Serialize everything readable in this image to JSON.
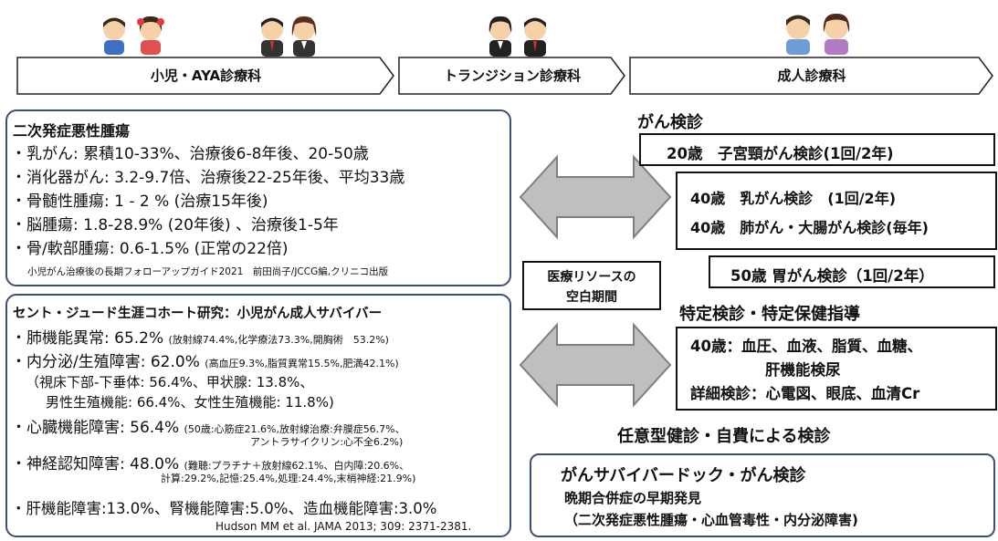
{
  "header": {
    "pediatric": "小児・AYA診療科",
    "transition": "トランジション診療科",
    "adult": "成人診療科"
  },
  "colors": {
    "box_border": "#3d4f73",
    "arrow_fill": "#bfbfbf",
    "arrow_stroke": "#7f7f7f"
  },
  "secondary": {
    "title": "二次発症悪性腫瘍",
    "items": [
      "・乳がん: 累積10-33%、治療後6-8年後、20-50歳",
      "・消化器がん: 3.2-9.7倍、治療後22-25年後、平均33歳",
      "・骨髄性腫瘍: 1 - 2 % (治療15年後)",
      "・脳腫瘍: 1.8-28.9% (20年後) 、治療後1-5年",
      "・骨/軟部腫瘍: 0.6-1.5% (正常の22倍)"
    ],
    "source": "小児がん治療後の長期フォローアップガイド2021　前田尚子/JCCG編,クリニコ出版"
  },
  "sjlife": {
    "title": "セント・ジュード生涯コホート研究：小児がん成人サバイバー",
    "l1": "・肺機能異常: 65.2%",
    "l1s": "(放射線74.4%,化学療法73.3%,開胸術　53.2%)",
    "l2": "・内分泌/生殖障害: 62.0%",
    "l2s": "(高血圧9.3%,脂質異常15.5%,肥満42.1%)",
    "l3": "（視床下部-下垂体: 56.4%、甲状腺: 13.8%、",
    "l4": "男性生殖機能: 66.4%、女性生殖機能: 11.8%)",
    "l5": "・心臓機能障害: 56.4%",
    "l5s": "(50歳:心筋症21.6%,放射線治療:弁膜症56.7%、",
    "l6s": "アントラサイクリン:心不全6.2%)",
    "l7": "・神経認知障害: 48.0%",
    "l7s": "(難聴:プラチナ＋放射線62.1%、白内障:20.6%、",
    "l8s": "計算:29.2%,記憶:25.4%,処理:24.4%,末梢神経:21.9%)",
    "l9": "・肝機能障害:13.0%、腎機能障害:5.0%、造血機能障害:3.0%",
    "source": "Hudson MM et al. JAMA 2013; 309: 2371-2381."
  },
  "gap": {
    "line1": "医療リソースの",
    "line2": "空白期間"
  },
  "cancer_screening": {
    "title": "がん検診",
    "cervical": "20歳　子宮頸がん検診(1回/2年)",
    "breast": "40歳　乳がん検診　(1回/2年)",
    "lung_colon": "40歳　肺がん・大腸がん検診(毎年)",
    "stomach": "50歳 胃がん検診（1回/2年）"
  },
  "specific": {
    "title": "特定検診・特定保健指導",
    "line1": "40歳：血圧、血液、脂質、血糖、",
    "line2": "肝機能検尿",
    "line3": "詳細検診：心電図、眼底、血清Cr"
  },
  "optional": {
    "title": "任意型健診・自費による検診",
    "line1": "がんサバイバードック・がん検診",
    "line2": "晩期合併症の早期発見",
    "line3": "（二次発症悪性腫瘍・心血管毒性・内分泌障害)"
  }
}
